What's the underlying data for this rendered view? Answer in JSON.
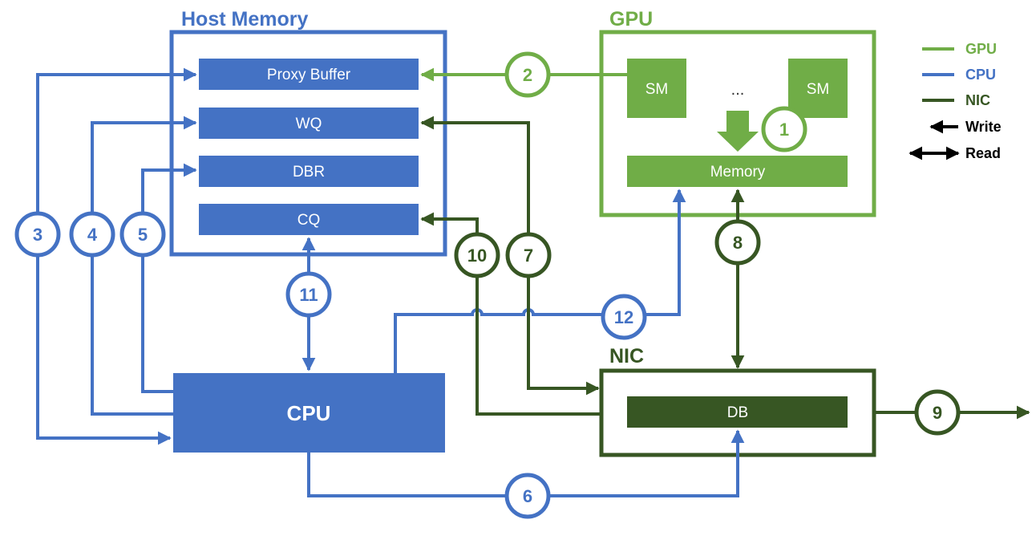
{
  "colors": {
    "gpu": "#70ad47",
    "cpu": "#4472c4",
    "nic": "#375623",
    "black": "#000000"
  },
  "host_memory": {
    "title": "Host Memory",
    "proxy_buffer": "Proxy Buffer",
    "wq": "WQ",
    "dbr": "DBR",
    "cq": "CQ"
  },
  "gpu": {
    "title": "GPU",
    "sm_left": "SM",
    "sm_right": "SM",
    "ellipsis": "...",
    "memory": "Memory"
  },
  "cpu": {
    "label": "CPU"
  },
  "nic": {
    "title": "NIC",
    "db": "DB"
  },
  "steps": [
    "1",
    "2",
    "3",
    "4",
    "5",
    "6",
    "7",
    "8",
    "9",
    "10",
    "11",
    "12"
  ],
  "legend": {
    "gpu": "GPU",
    "cpu": "CPU",
    "nic": "NIC",
    "write": "Write",
    "read": "Read"
  }
}
